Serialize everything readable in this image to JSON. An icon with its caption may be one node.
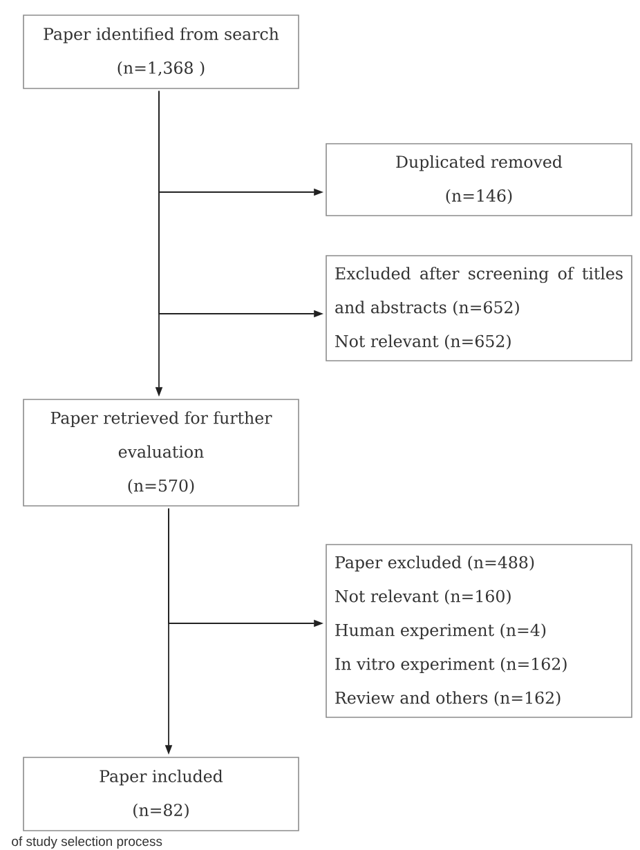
{
  "diagram": {
    "caption": "of study selection process",
    "nodes": [
      {
        "text": [
          "Paper identified from search",
          "(n=1,368 )"
        ]
      },
      {
        "text": [
          "Duplicated removed",
          "(n=146)"
        ]
      },
      {
        "text": [
          "Excluded after screening of titles and abstracts (n=652)",
          "Not relevant (n=652)"
        ]
      },
      {
        "text": [
          "Paper retrieved for further evaluation",
          "(n=570)"
        ]
      },
      {
        "text": [
          "Paper excluded (n=488)",
          "Not relevant (n=160)",
          "Human experiment (n=4)",
          "In vitro experiment (n=162)",
          "Review and others (n=162)"
        ]
      },
      {
        "text": [
          "Paper included",
          "(n=82)"
        ]
      }
    ],
    "edges": [
      {
        "from": 0,
        "to": 1,
        "arrow": "to"
      },
      {
        "from": 0,
        "to": 2,
        "arrow": "to"
      },
      {
        "from": 0,
        "to": 3,
        "arrow": "to"
      },
      {
        "from": 3,
        "to": 4,
        "arrow": "to"
      },
      {
        "from": 3,
        "to": 5,
        "arrow": "to"
      }
    ]
  }
}
